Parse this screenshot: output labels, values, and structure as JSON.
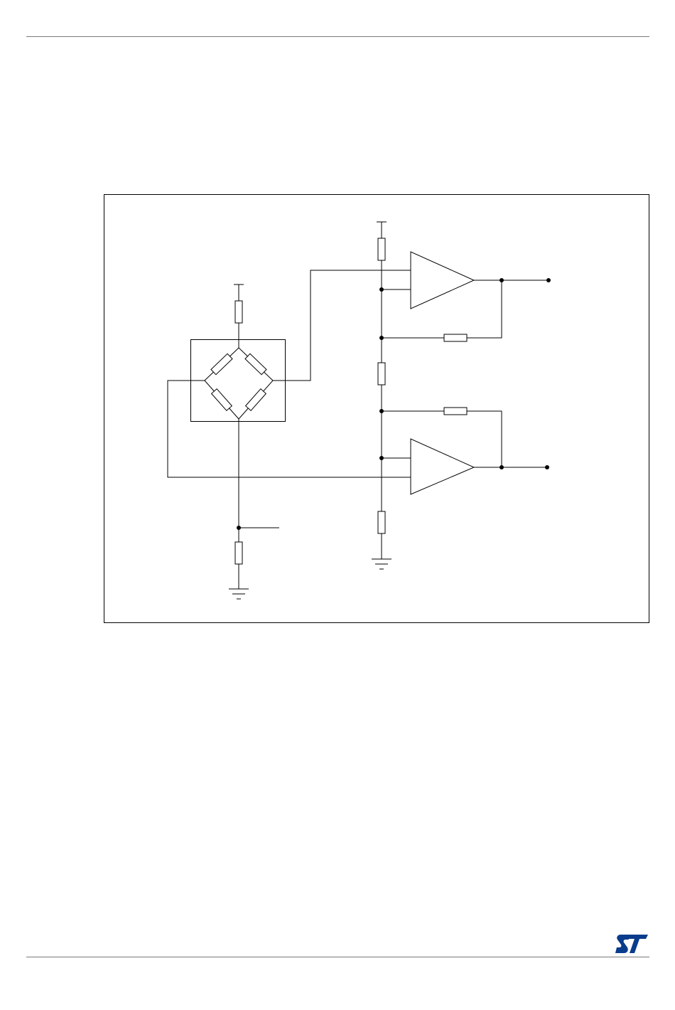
{
  "colors": {
    "rule": "#7a7a7a",
    "wire": "#000000",
    "logo": "#0a3c8c"
  },
  "figure": {
    "components": {
      "bridge_sensor": "resistive-bridge",
      "amplifiers": 2,
      "resistors": 11,
      "supply_symbols": 2,
      "ground_symbols": 2,
      "output_terminals": 2
    }
  },
  "logo": {
    "icon": "st-logo",
    "text": "ST"
  }
}
